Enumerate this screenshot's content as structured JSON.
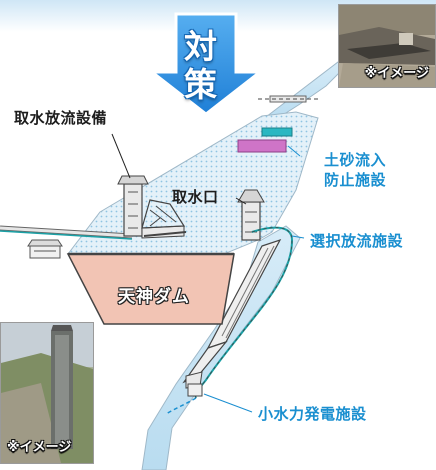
{
  "arrow": {
    "char1": "対",
    "char2": "策"
  },
  "labels": {
    "intake_discharge": "取水放流設備",
    "intake": "取水口",
    "sediment_line1": "土砂流入",
    "sediment_line2": "防止施設",
    "selective": "選択放流施設",
    "dam": "天神ダム",
    "hydro": "小水力発電施設"
  },
  "photos": {
    "top_caption": "※イメージ",
    "bottom_caption": "※イメージ"
  },
  "colors": {
    "reservoir_dots": "#c8e3f1",
    "dam_fill": "#f2c4b4",
    "arrow_blue": "#2b8fe0",
    "label_blue": "#1a8fd0",
    "sediment_magenta": "#cf74c7",
    "pipe_teal": "#1aa1a6"
  }
}
